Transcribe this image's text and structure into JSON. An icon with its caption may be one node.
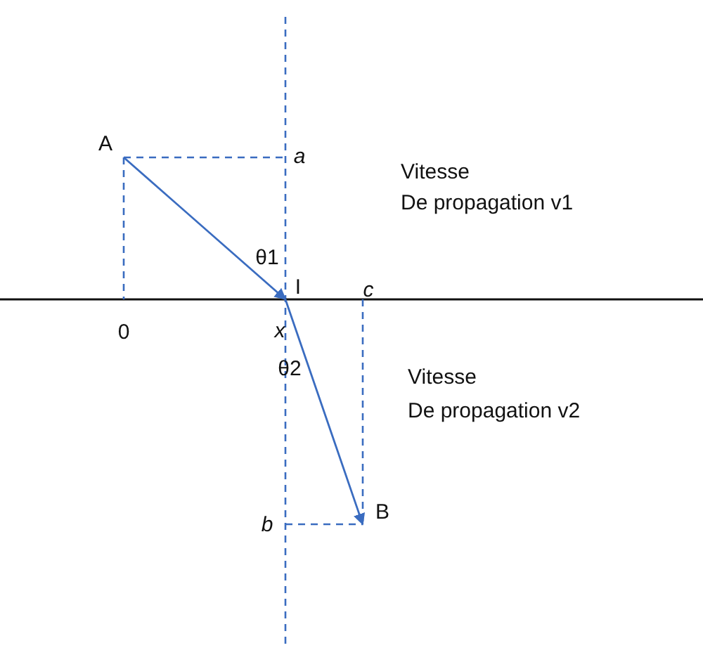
{
  "diagram": {
    "nodes": [
      {
        "text": [
          "A"
        ]
      },
      {
        "text": [
          "I"
        ]
      },
      {
        "text": [
          "B"
        ]
      }
    ],
    "edges": [
      {
        "from": 0,
        "to": 1,
        "arrow": "to"
      },
      {
        "from": 1,
        "to": 2,
        "arrow": "to"
      }
    ],
    "labels": [
      "a",
      "Vitesse",
      "De propagation v1",
      "θ1",
      "c",
      "0",
      "x",
      "θ2",
      "Vitesse",
      "De propagation v2",
      "b"
    ]
  }
}
